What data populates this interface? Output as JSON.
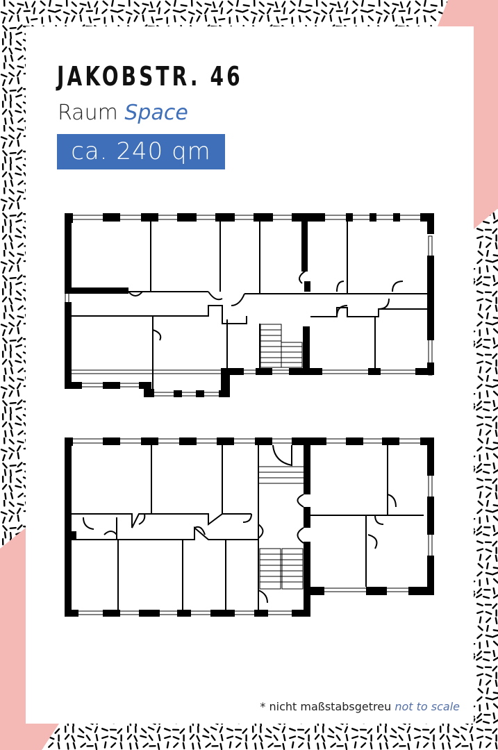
{
  "header": {
    "title": "JAKOBSTR. 46",
    "subtitle_de": "Raum",
    "subtitle_en": "Space",
    "area": "ca. 240 qm"
  },
  "footer": {
    "note_de": "* nicht maßstabsgetreu",
    "note_en": "not to scale"
  },
  "colors": {
    "accent_blue": "#3f6fb8",
    "pink": "#f4b9b5",
    "ink": "#000000"
  }
}
